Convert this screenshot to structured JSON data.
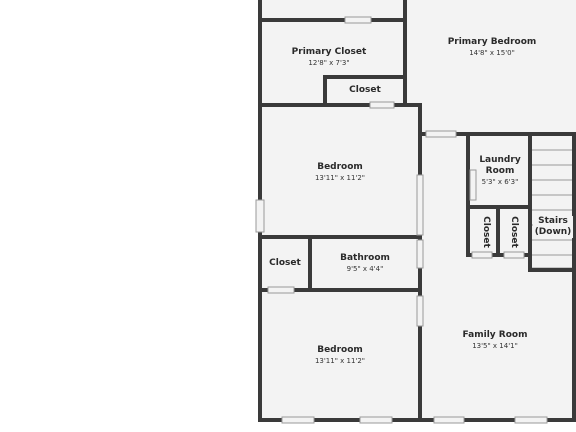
{
  "rooms": {
    "primary_closet": {
      "name": "Primary Closet",
      "dims": "12'8\" x 7'3\""
    },
    "primary_bedroom": {
      "name": "Primary Bedroom",
      "dims": "14'8\" x 15'0\""
    },
    "closet_upper": {
      "name": "Closet"
    },
    "bedroom_1": {
      "name": "Bedroom",
      "dims": "13'11\" x 11'2\""
    },
    "laundry": {
      "name": "Laundry Room",
      "dims": "5'3\" x 6'3\""
    },
    "closet_laundry_a": {
      "name": "Closet"
    },
    "closet_laundry_b": {
      "name": "Closet"
    },
    "stairs": {
      "name": "Stairs (Down)"
    },
    "closet_bath": {
      "name": "Closet"
    },
    "bathroom": {
      "name": "Bathroom",
      "dims": "9'5\" x 4'4\""
    },
    "bedroom_2": {
      "name": "Bedroom",
      "dims": "13'11\" x 11'2\""
    },
    "family_room": {
      "name": "Family Room",
      "dims": "13'5\" x 14'1\""
    }
  },
  "colors": {
    "wall": "#3a3a3a",
    "floor": "#f3f3f3",
    "window": "#c9c9c9",
    "background": "#ffffff"
  }
}
